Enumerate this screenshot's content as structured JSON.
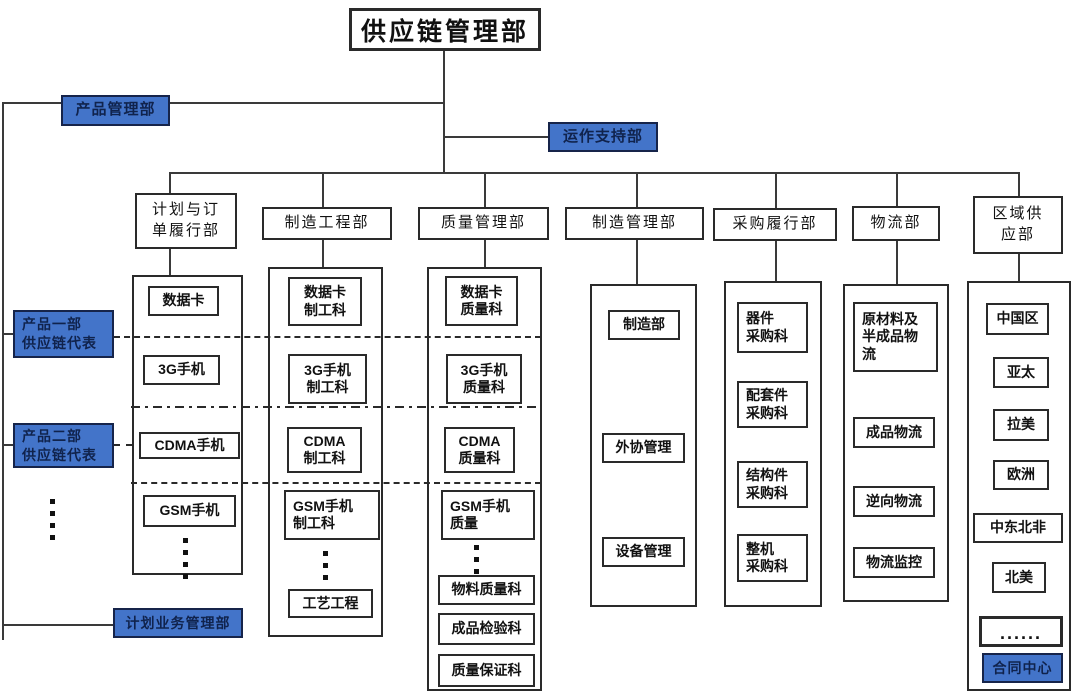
{
  "diagram": {
    "title": "供应链管理部",
    "side_units": {
      "product_management": "产品管理部",
      "operation_support": "运作支持部",
      "product1_rep": "产品一部\n供应链代表",
      "product2_rep": "产品二部\n供应链代表",
      "planning_business_management": "计划业务管理部",
      "contract_center": "合同中心"
    },
    "departments": [
      {
        "label": "计划与订\n单履行部",
        "children": [
          "数据卡",
          "3G手机",
          "CDMA手机",
          "GSM手机"
        ]
      },
      {
        "label": "制造工程部",
        "children": [
          "数据卡\n制工科",
          "3G手机\n制工科",
          "CDMA\n制工科",
          "GSM手机\n制工科",
          "工艺工程"
        ]
      },
      {
        "label": "质量管理部",
        "children": [
          "数据卡\n质量科",
          "3G手机\n质量科",
          "CDMA\n质量科",
          "GSM手机\n质量",
          "物料质量科",
          "成品检验科",
          "质量保证科"
        ]
      },
      {
        "label": "制造管理部",
        "children": [
          "制造部",
          "外协管理",
          "设备管理"
        ]
      },
      {
        "label": "采购履行部",
        "children": [
          "器件\n采购科",
          "配套件\n采购科",
          "结构件\n采购科",
          "整机\n采购科"
        ]
      },
      {
        "label": "物流部",
        "children": [
          "原材料及\n半成品物\n流",
          "成品物流",
          "逆向物流",
          "物流监控"
        ]
      },
      {
        "label": "区域供\n应部",
        "children": [
          "中国区",
          "亚太",
          "拉美",
          "欧洲",
          "中东北非",
          "北美",
          "......"
        ]
      }
    ],
    "colors": {
      "accent_fill": "#4374c9",
      "accent_border": "#16244a",
      "accent_text": "#10234d",
      "line_color": "#3a3a3a",
      "box_border": "#2a2a2a"
    }
  }
}
